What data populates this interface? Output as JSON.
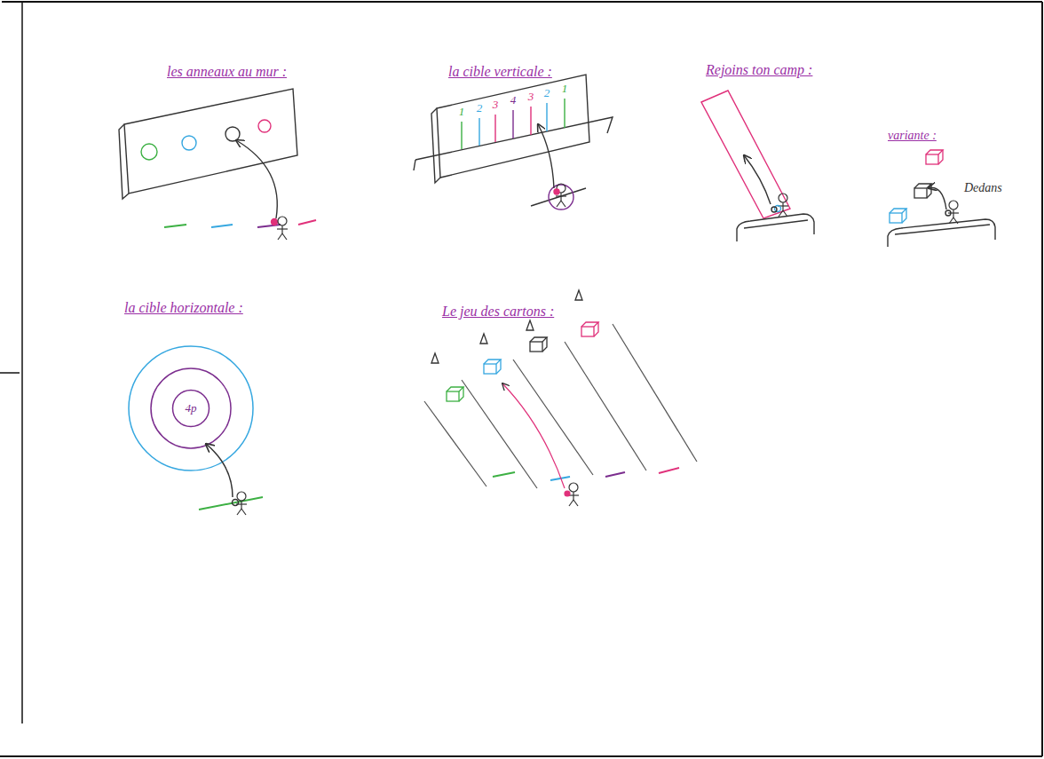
{
  "diagram": {
    "nodes": [
      {
        "text": [
          "4p"
        ]
      }
    ],
    "labels": [
      "les anneaux au mur :",
      "la cible verticale :",
      "Rejoins ton camp :",
      "variante :",
      "Dedans",
      "la cible horizontale :",
      "Le jeu des cartons :",
      "1",
      "2",
      "3",
      "4",
      "3",
      "2",
      "1"
    ]
  }
}
